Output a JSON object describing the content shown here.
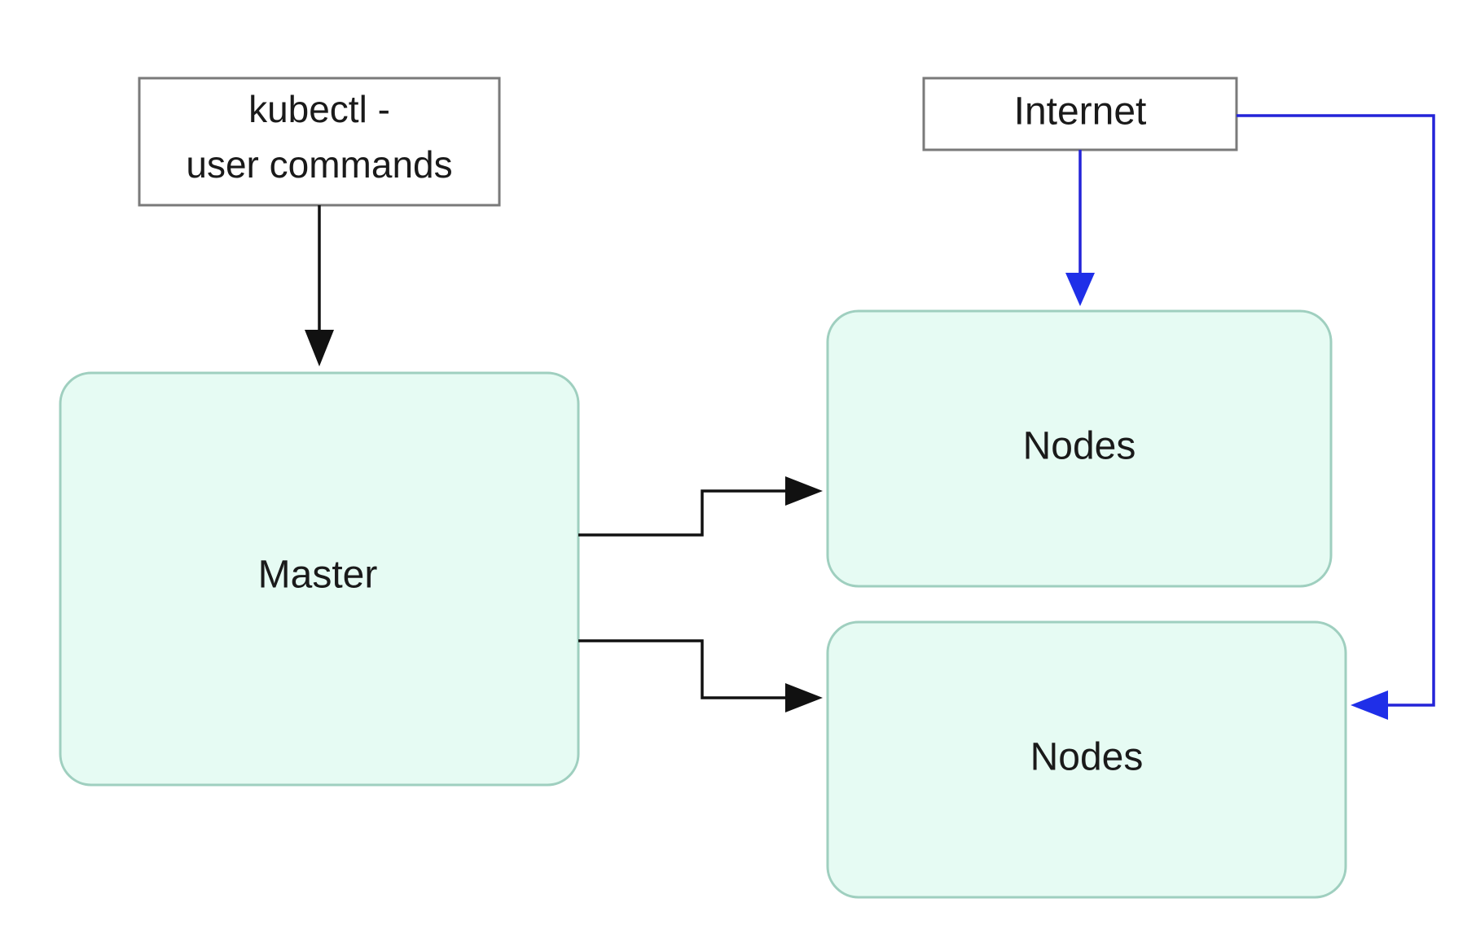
{
  "diagram": {
    "boxes": {
      "kubectl": {
        "line1": "kubectl -",
        "line2": "user commands"
      },
      "internet": {
        "label": "Internet"
      },
      "master": {
        "label": "Master"
      },
      "nodes_top": {
        "label": "Nodes"
      },
      "nodes_bottom": {
        "label": "Nodes"
      }
    },
    "colors": {
      "component_fill": "#e6fbf3",
      "component_border": "#9fcfbf",
      "input_border": "#7a7a7a",
      "arrow_black": "#111111",
      "arrow_blue": "#2424d8"
    }
  }
}
